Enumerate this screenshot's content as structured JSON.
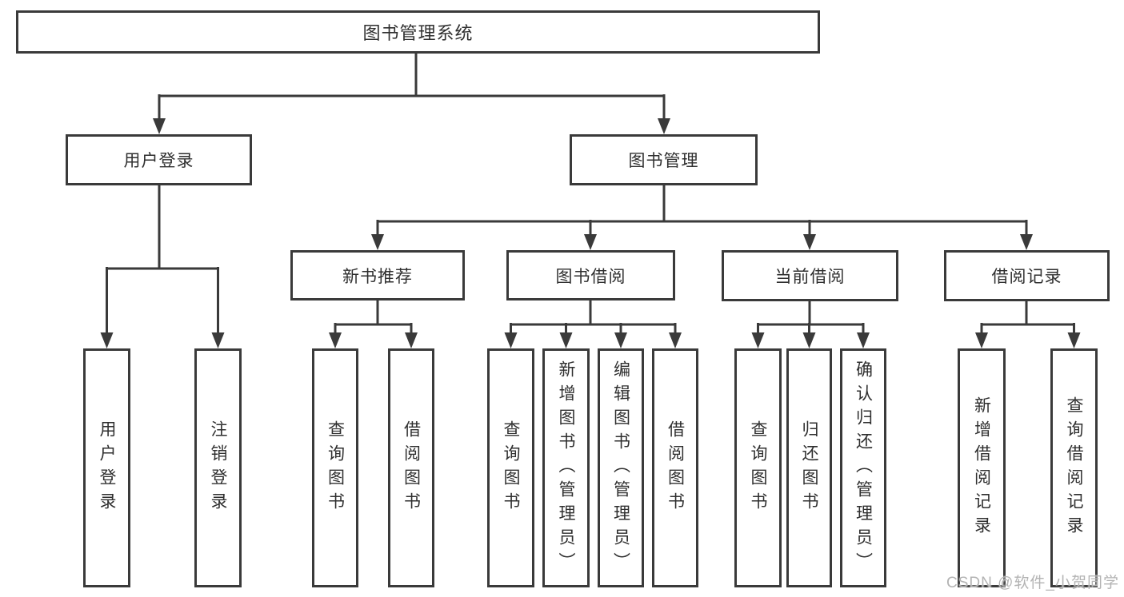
{
  "diagram": {
    "root": {
      "label": "图书管理系统"
    },
    "user_login": {
      "label": "用户登录",
      "children": [
        {
          "label": "用户登录"
        },
        {
          "label": "注销登录"
        }
      ]
    },
    "book_management": {
      "label": "图书管理",
      "sections": [
        {
          "label": "新书推荐",
          "children": [
            {
              "label": "查询图书"
            },
            {
              "label": "借阅图书"
            }
          ]
        },
        {
          "label": "图书借阅",
          "children": [
            {
              "label": "查询图书"
            },
            {
              "label": "新增图书（管理员）"
            },
            {
              "label": "编辑图书（管理员）"
            },
            {
              "label": "借阅图书"
            }
          ]
        },
        {
          "label": "当前借阅",
          "children": [
            {
              "label": "查询图书"
            },
            {
              "label": "归还图书"
            },
            {
              "label": "确认归还（管理员）"
            }
          ]
        },
        {
          "label": "借阅记录",
          "children": [
            {
              "label": "新增借阅记录"
            },
            {
              "label": "查询借阅记录"
            }
          ]
        }
      ]
    }
  },
  "watermark": "CSDN @软件_小贺同学",
  "colors": {
    "line": "#3a3a3a",
    "text": "#2f2f2f",
    "watermark": "#b3b3b3",
    "background": "#ffffff"
  }
}
